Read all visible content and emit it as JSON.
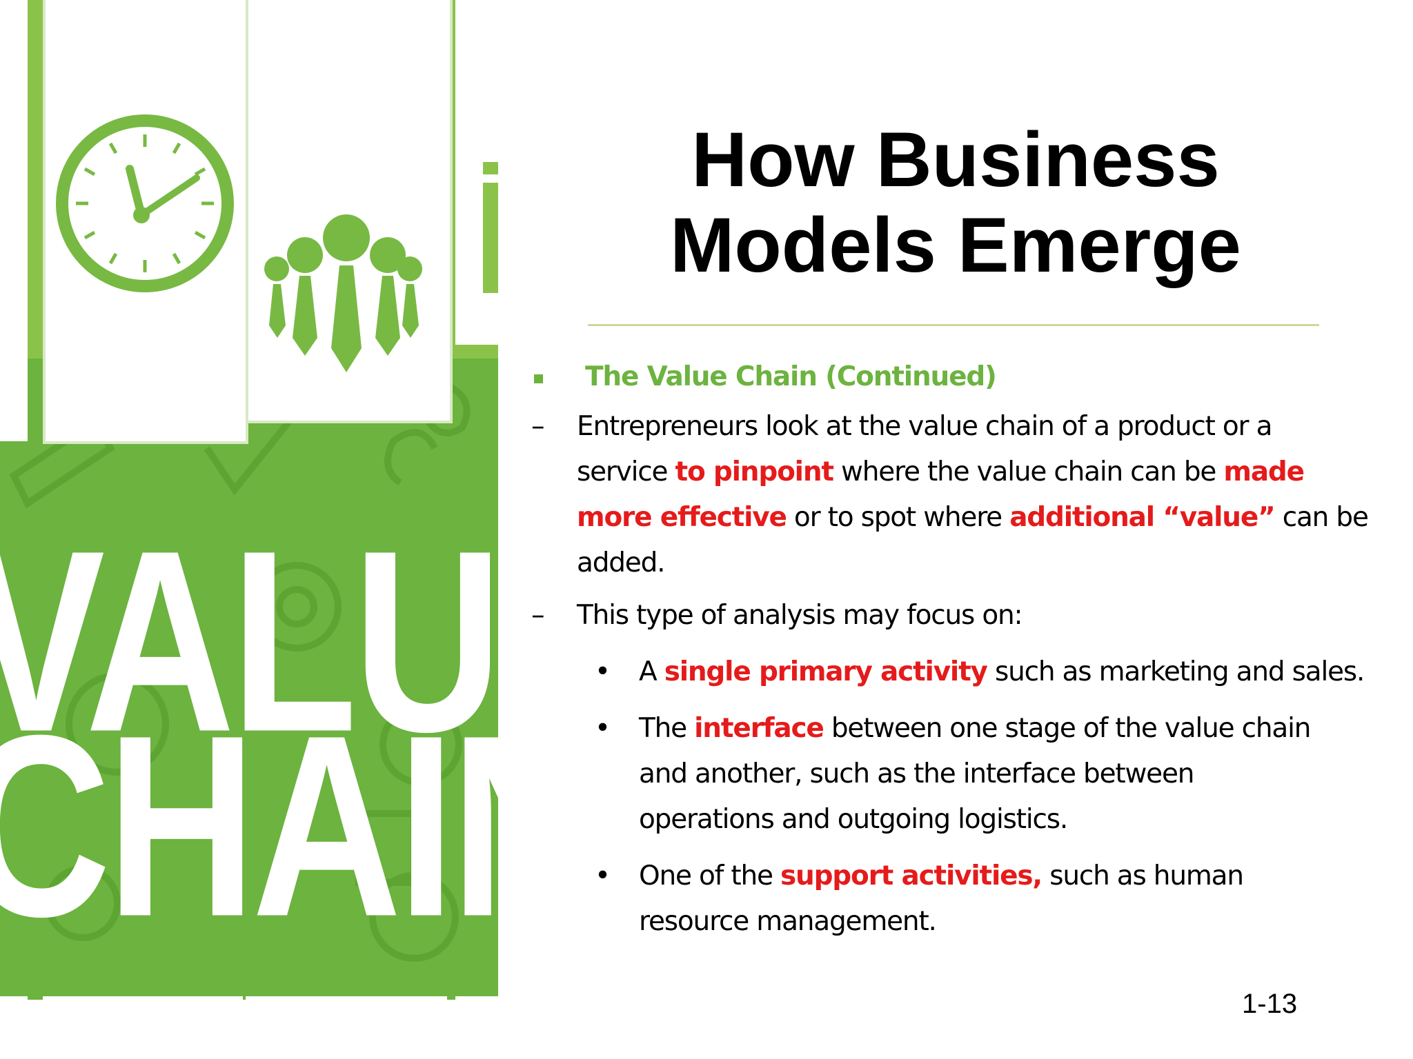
{
  "slide": {
    "title_lines": [
      "How Business",
      "Models Emerge"
    ],
    "page_number": "1-13",
    "accent_color": "#6cb33f",
    "highlight_color": "#e51b1b"
  },
  "image": {
    "word_line1": "VALUE",
    "word_line2": "CHAIN"
  },
  "section": {
    "heading": "The Value Chain (Continued)"
  },
  "dash1": {
    "l1": "Entrepreneurs look at the value chain of a product or a",
    "l2_a": "service ",
    "l2_b": "to pinpoint",
    "l2_c": " where the value chain can be ",
    "l2_d": "made",
    "l3_a": "more effective",
    "l3_b": " or to spot where ",
    "l3_c": "additional “value”",
    "l3_d": " can be",
    "l4": "added."
  },
  "dash2": {
    "l1": "This type of analysis may focus on:"
  },
  "bullet1": {
    "a": "A ",
    "b": "single primary activity",
    "c": " such as marketing and sales."
  },
  "bullet2": {
    "l1_a": "The ",
    "l1_b": "interface",
    "l1_c": " between one stage of the value chain",
    "l2": "and another, such as the interface between",
    "l3": "operations and outgoing logistics."
  },
  "bullet3": {
    "l1_a": "One of the ",
    "l1_b": "support activities,",
    "l1_c": " such as human",
    "l2": "resource management."
  },
  "symbols": {
    "dash": "–",
    "dot": "•"
  }
}
